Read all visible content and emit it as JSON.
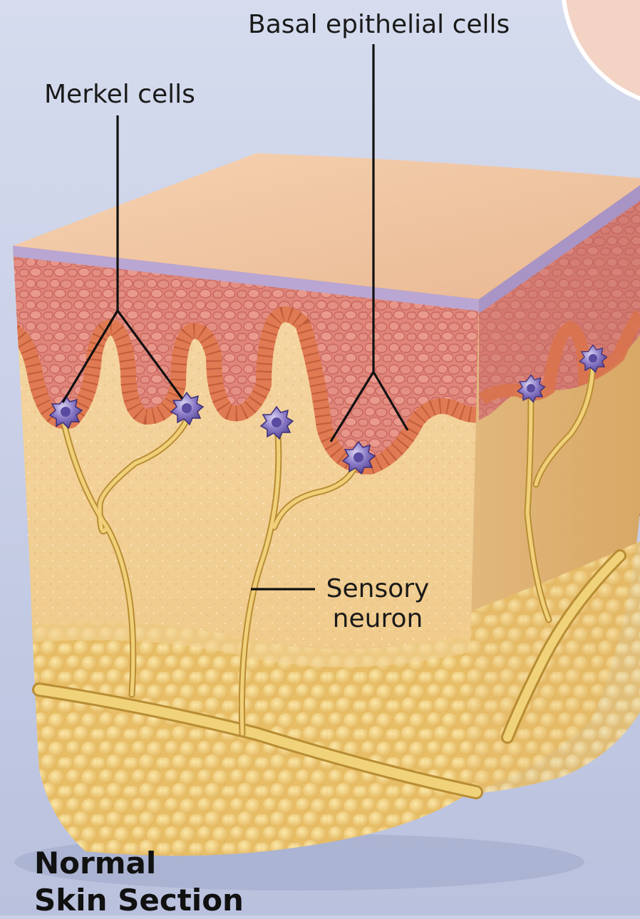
{
  "labels": {
    "merkel": "Merkel cells",
    "basal": "Basal epithelial cells",
    "sensory_line1": "Sensory",
    "sensory_line2": "neuron"
  },
  "title": {
    "line1": "Normal",
    "line2": "Skin Section"
  },
  "colors": {
    "background": "#c9d0e6",
    "top_surface": "#f0c6a2",
    "stratum_corneum": "#b9a6d2",
    "epidermis": "#e0857a",
    "basal_layer": "#e07850",
    "dermis": "#f2cf94",
    "hypodermis": "#ecc470",
    "nerve": "#e8c66a",
    "merkel_cell": "#7a68b8",
    "leader_line": "#111111"
  }
}
